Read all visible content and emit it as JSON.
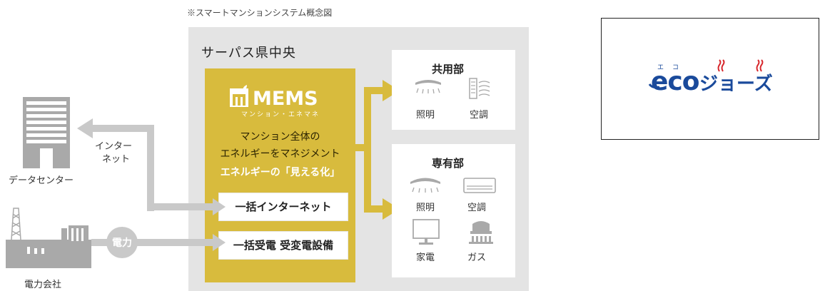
{
  "diagram": {
    "caption": "※スマートマンションシステム概念図",
    "panel_title": "サーパス県中央",
    "mems": {
      "logo_text": "MEMS",
      "subtitle": "マンション・エネマネ",
      "line1": "マンション全体の",
      "line2": "エネルギーをマネジメント",
      "emphasis": "エネルギーの「見える化」"
    },
    "services": [
      {
        "label": "一括インターネット"
      },
      {
        "label": "一括受電 受変電設備"
      }
    ],
    "common_area": {
      "title": "共用部",
      "items": [
        {
          "label": "照明",
          "icon": "ceiling-light-icon"
        },
        {
          "label": "空調",
          "icon": "air-conditioner-icon"
        }
      ]
    },
    "private_area": {
      "title": "専有部",
      "items": [
        {
          "label": "照明",
          "icon": "ceiling-light-icon"
        },
        {
          "label": "空調",
          "icon": "air-conditioner-icon"
        },
        {
          "label": "家電",
          "icon": "monitor-icon"
        },
        {
          "label": "ガス",
          "icon": "gas-stove-icon"
        }
      ]
    },
    "data_center": {
      "label": "データセンター",
      "link_label_1": "インター",
      "link_label_2": "ネット"
    },
    "power_company": {
      "label": "電力会社",
      "link_label": "電力"
    }
  },
  "brand_logo": {
    "text": "eco",
    "suffix": "ジョーズ",
    "ruby": "エコ",
    "colors": {
      "blue": "#1a4a9b",
      "red": "#d7262b"
    }
  },
  "colors": {
    "panel_gray": "#e4e4e4",
    "mems_gold": "#d8bb3d",
    "arrow_gold": "#d8bb3d",
    "arrow_gray": "#c9c9c9",
    "icon_gray": "#a9a9a9"
  }
}
